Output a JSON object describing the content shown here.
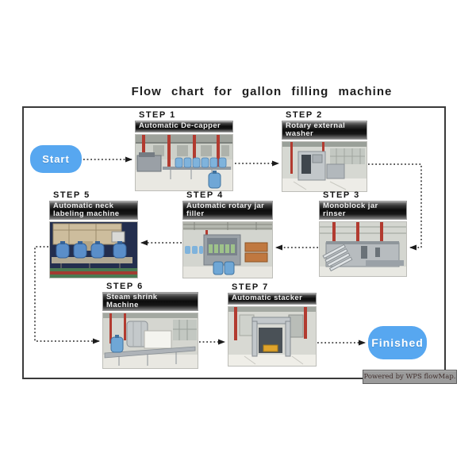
{
  "title": "Flow chart for gallon filling machine",
  "terminals": {
    "start_label": "Start",
    "finished_label": "Finished"
  },
  "steps": [
    {
      "label": "STEP 1",
      "caption_lines": [
        "Automatic De-capper"
      ],
      "photo_alt": "Factory hall with de-capper machine and a conveyor line of 5-gallon bottles"
    },
    {
      "label": "STEP 2",
      "caption_lines": [
        "Rotary external",
        "washer"
      ],
      "photo_alt": "Stainless rotary external washing machine in factory hall"
    },
    {
      "label": "STEP 3",
      "caption_lines": [
        "Monoblock jar",
        "rinser"
      ],
      "photo_alt": "Monoblock jar rinsing machine with angled rinse cradles"
    },
    {
      "label": "STEP 4",
      "caption_lines": [
        "Automatic rotary jar",
        "filler"
      ],
      "photo_alt": "Rotary jar filling machine with bottle conveyor and crates"
    },
    {
      "label": "STEP 5",
      "caption_lines": [
        "Automatic neck",
        "labeling machine"
      ],
      "photo_alt": "Neck labeling machine with four 5-gallon bottles on a conveyor, dark background"
    },
    {
      "label": "STEP 6",
      "caption_lines": [
        "Steam shrink",
        "Machine"
      ],
      "photo_alt": "Steam shrink tunnel with conveyor and gallon bottle"
    },
    {
      "label": "STEP 7",
      "caption_lines": [
        "Automatic stacker"
      ],
      "photo_alt": "Stainless automatic stacker gantry in factory hall"
    }
  ],
  "flow_order": [
    "Start",
    "STEP 1",
    "STEP 2",
    "STEP 3",
    "STEP 4",
    "STEP 5",
    "STEP 6",
    "STEP 7",
    "Finished"
  ],
  "connections": [
    {
      "from": "Start",
      "to": "STEP 1",
      "style": "dotted-arrow"
    },
    {
      "from": "STEP 1",
      "to": "STEP 2",
      "style": "dotted-arrow"
    },
    {
      "from": "STEP 2",
      "to": "STEP 3",
      "style": "dotted-arrow"
    },
    {
      "from": "STEP 3",
      "to": "STEP 4",
      "style": "dotted-arrow"
    },
    {
      "from": "STEP 4",
      "to": "STEP 5",
      "style": "dotted-arrow"
    },
    {
      "from": "STEP 5",
      "to": "STEP 6",
      "style": "dotted-arrow"
    },
    {
      "from": "STEP 6",
      "to": "STEP 7",
      "style": "dotted-arrow"
    },
    {
      "from": "STEP 7",
      "to": "Finished",
      "style": "dotted-arrow"
    }
  ],
  "watermark": "Powered by WPS flowMap.",
  "colors": {
    "terminal_fill": "#57a7f0",
    "terminal_text": "#ffffff",
    "caption_bar": "#101010",
    "frame_border": "#3a3a3a",
    "arrow": "#222222",
    "watermark_bg": "#9b9b9b"
  }
}
